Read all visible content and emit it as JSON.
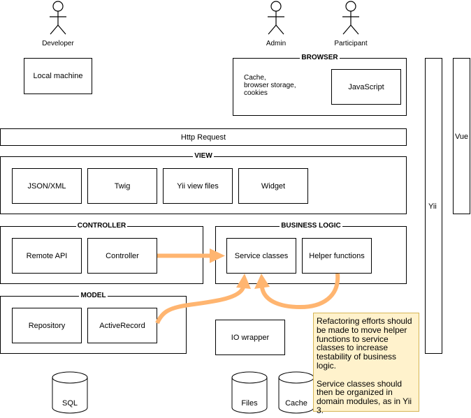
{
  "actors": [
    {
      "id": "developer",
      "label": "Developer"
    },
    {
      "id": "admin",
      "label": "Admin"
    },
    {
      "id": "participant",
      "label": "Participant"
    }
  ],
  "local_machine": "Local machine",
  "browser": {
    "title": "BROWSER",
    "storage": [
      "Cache,",
      "browser storage,",
      "cookies"
    ],
    "javascript": "JavaScript"
  },
  "http_request": "Http Request",
  "view": {
    "title": "VIEW",
    "items": [
      "JSON/XML",
      "Twig",
      "Yii view files",
      "Widget"
    ]
  },
  "controller": {
    "title": "CONTROLLER",
    "items": [
      "Remote API",
      "Controller"
    ]
  },
  "business_logic": {
    "title": "BUSINESS LOGIC",
    "items": [
      "Service classes",
      "Helper functions"
    ]
  },
  "model": {
    "title": "MODEL",
    "items": [
      "Repository",
      "ActiveRecord"
    ]
  },
  "io_wrapper": "IO wrapper",
  "storage": [
    "SQL",
    "Files",
    "Cache"
  ],
  "frameworks": {
    "yii": "Yii",
    "vue": "Vue"
  },
  "note": {
    "paragraphs": [
      "Refactoring efforts should be made to move helper functions to service classes to increase testability of business logic.",
      "Service classes should then be organized in domain modules, as in Yii 3."
    ],
    "fill": "#fff2cc",
    "border": "#d6b656"
  },
  "colors": {
    "arrow": "#ffb570"
  }
}
